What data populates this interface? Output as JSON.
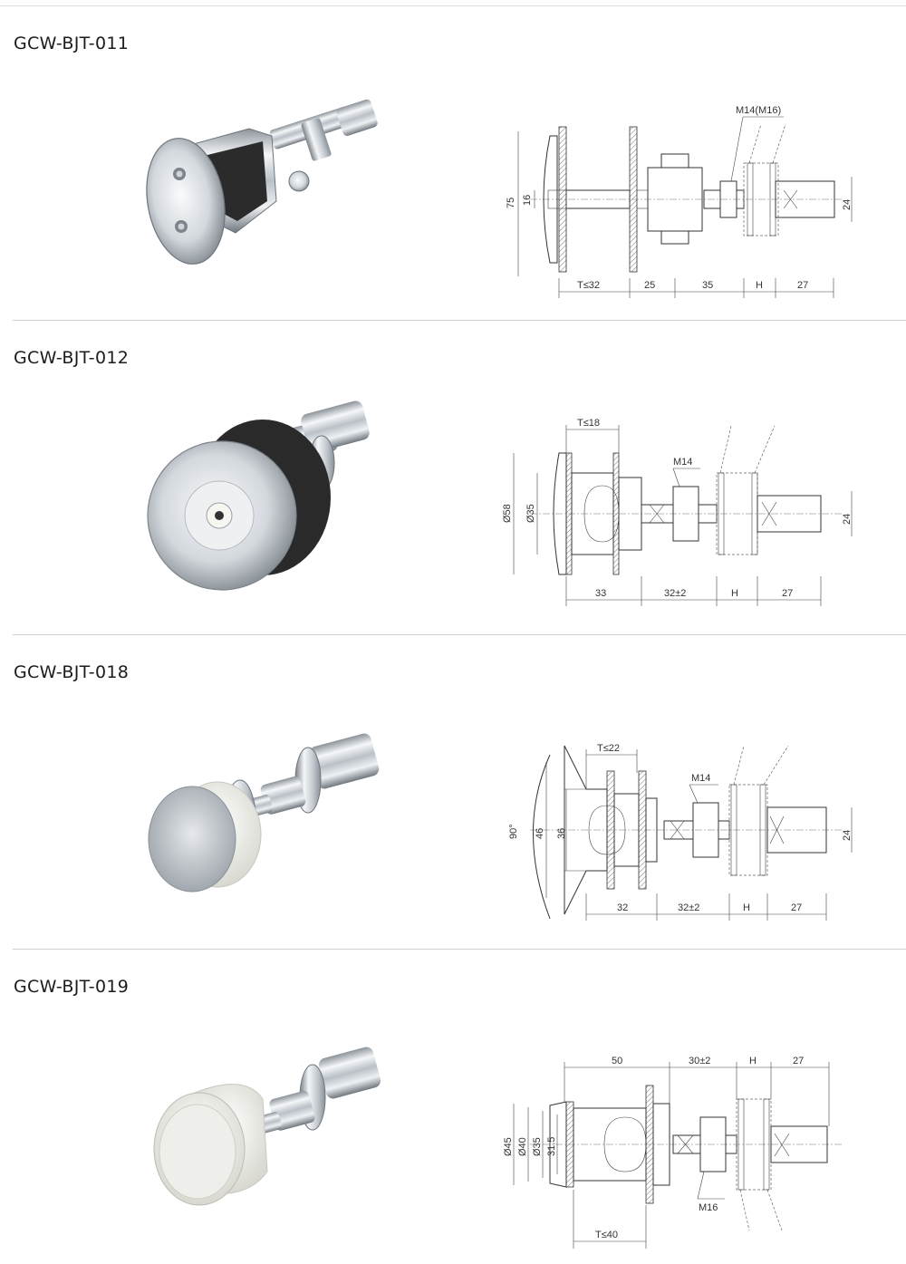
{
  "products": [
    {
      "model": "GCW-BJT-011",
      "dims": {
        "height": "75",
        "inner": "16",
        "thread": "M14(M16)",
        "t": "T≤32",
        "d1": "25",
        "d2": "35",
        "h": "H",
        "d3": "27",
        "dia": "24"
      }
    },
    {
      "model": "GCW-BJT-012",
      "dims": {
        "t": "T≤18",
        "outer": "Ø58",
        "inner": "Ø35",
        "thread": "M14",
        "d1": "33",
        "d2": "32±2",
        "h": "H",
        "d3": "27",
        "dia": "24"
      }
    },
    {
      "model": "GCW-BJT-018",
      "dims": {
        "t": "T≤22",
        "angle": "90°",
        "outer": "46",
        "inner": "36",
        "thread": "M14",
        "d1": "32",
        "d2": "32±2",
        "h": "H",
        "d3": "27",
        "dia": "24"
      }
    },
    {
      "model": "GCW-BJT-019",
      "dims": {
        "top1": "50",
        "top2": "30±2",
        "h": "H",
        "top3": "27",
        "d45": "Ø45",
        "d40": "Ø40",
        "d35": "Ø35",
        "d315": "31.5",
        "thread": "M16",
        "t": "T≤40"
      }
    }
  ],
  "colors": {
    "divider": "#cfcfcf",
    "chrome_dark": "#6f757c",
    "chrome_light": "#f2f4f6",
    "gasket": "#2a2a2a",
    "nylon": "#f3f3ee"
  }
}
